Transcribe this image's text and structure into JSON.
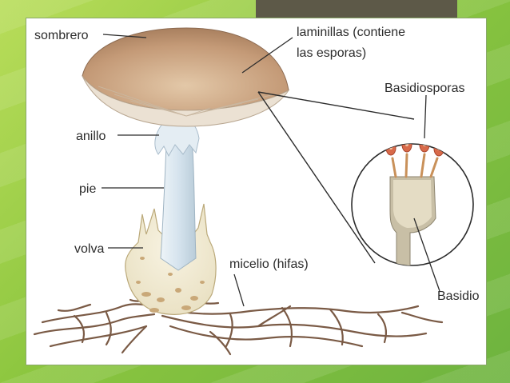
{
  "labels": {
    "sombrero": "sombrero",
    "laminillas_line1": "laminillas (contiene",
    "laminillas_line2": "las esporas)",
    "basidiosporas": "Basidiosporas",
    "anillo": "anillo",
    "pie": "pie",
    "volva": "volva",
    "micelio": "micelio (hifas)",
    "basidio": "Basidio"
  },
  "colors": {
    "background": "#8cc63f",
    "title_tab": "#5d5948",
    "cap": "#c9a584",
    "gills": "#e8ddd0",
    "stem": "#d8e6f0",
    "hyphae": "#7a5a45",
    "spore": "#d86a4a"
  }
}
